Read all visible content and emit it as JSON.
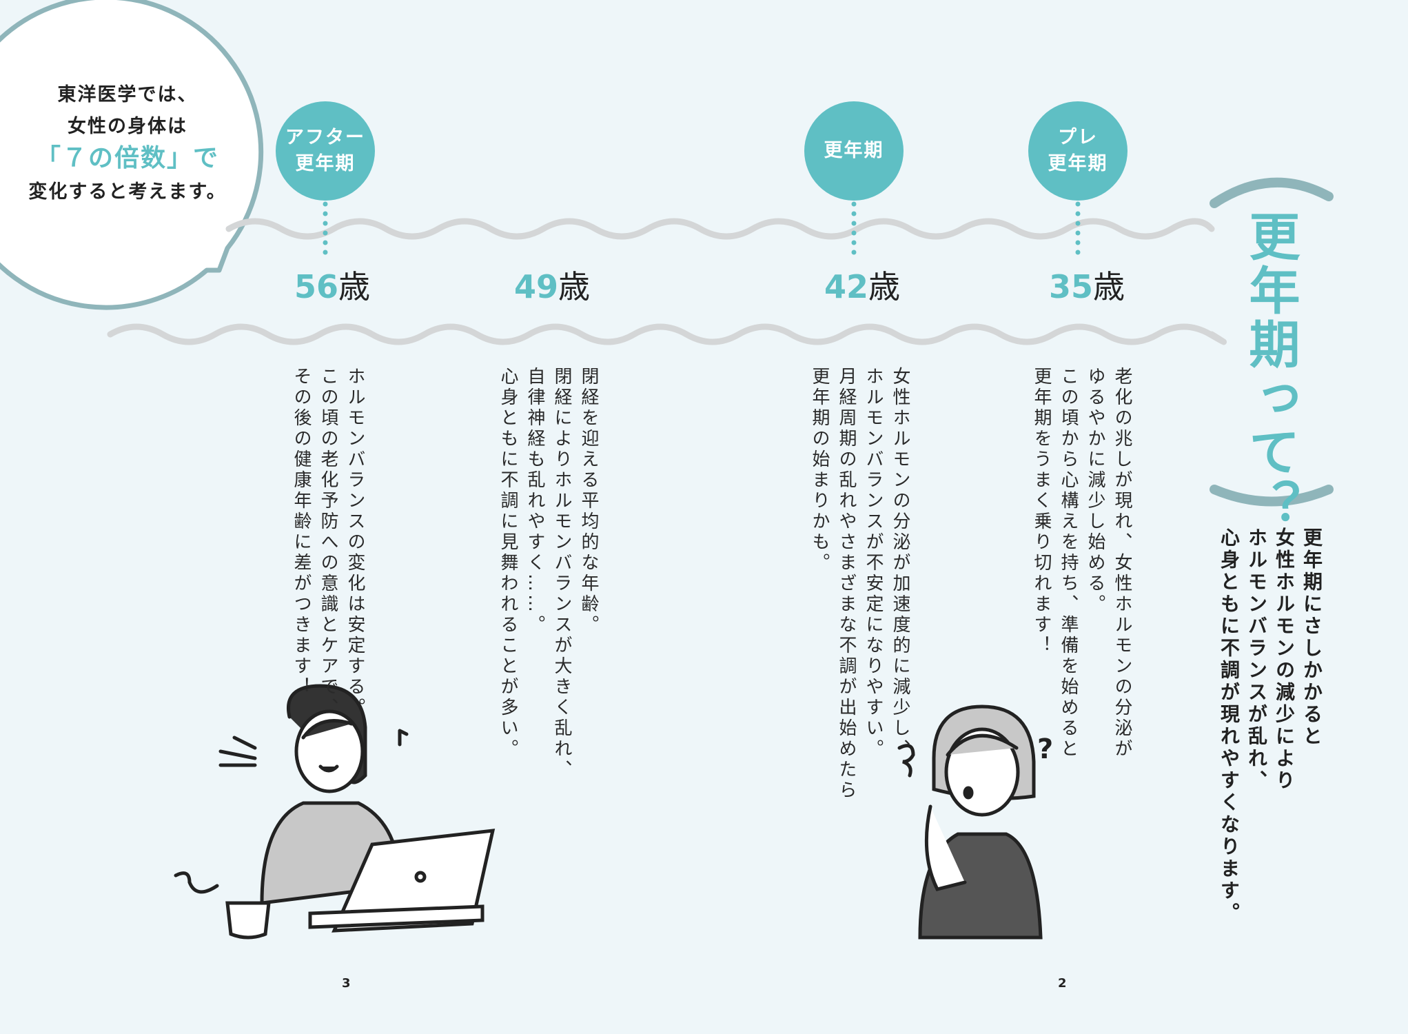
{
  "bubble": {
    "line1": "東洋医学では、",
    "line2": "女性の身体は",
    "highlight_open": "「",
    "highlight": "７の倍数",
    "highlight_close": "」で",
    "line4": "変化すると考えます。"
  },
  "title": {
    "text": "更年期って？"
  },
  "intro": {
    "text": "更年期にさしかかると\n女性ホルモンの減少により\nホルモンバランスが乱れ、\n心身ともに不調が現れやすくなります。"
  },
  "stages": [
    {
      "label_line1": "アフター",
      "label_line2": "更年期"
    },
    {
      "label_line1": "更年期"
    },
    {
      "label_line1": "プレ",
      "label_line2": "更年期"
    }
  ],
  "ages": [
    {
      "number": "56",
      "unit": "歳",
      "text": "ホルモンバランスの変化は安定する。\nこの頃の老化予防への意識とケアで、\nその後の健康年齢に差がつきます！"
    },
    {
      "number": "49",
      "unit": "歳",
      "text": "閉経を迎える平均的な年齢。\n閉経によりホルモンバランスが大きく乱れ、\n自律神経も乱れやすく……。\n心身ともに不調に見舞われることが多い。"
    },
    {
      "number": "42",
      "unit": "歳",
      "text": "女性ホルモンの分泌が加速度的に減少し、\nホルモンバランスが不安定になりやすい。\n月経周期の乱れやさまざまな不調が出始めたら\n更年期の始まりかも。"
    },
    {
      "number": "35",
      "unit": "歳",
      "text": "老化の兆しが現れ、女性ホルモンの分泌が\nゆるやかに減少し始める。\nこの頃から心構えを持ち、準備を始めると\n更年期をうまく乗り切れます！"
    }
  ],
  "page_numbers": {
    "left": "3",
    "right": "2"
  },
  "colors": {
    "accent": "#5fbfc4",
    "bubble_stroke": "#8fb5ba",
    "wave": "#d4d6d7",
    "background": "#eef6f9"
  }
}
